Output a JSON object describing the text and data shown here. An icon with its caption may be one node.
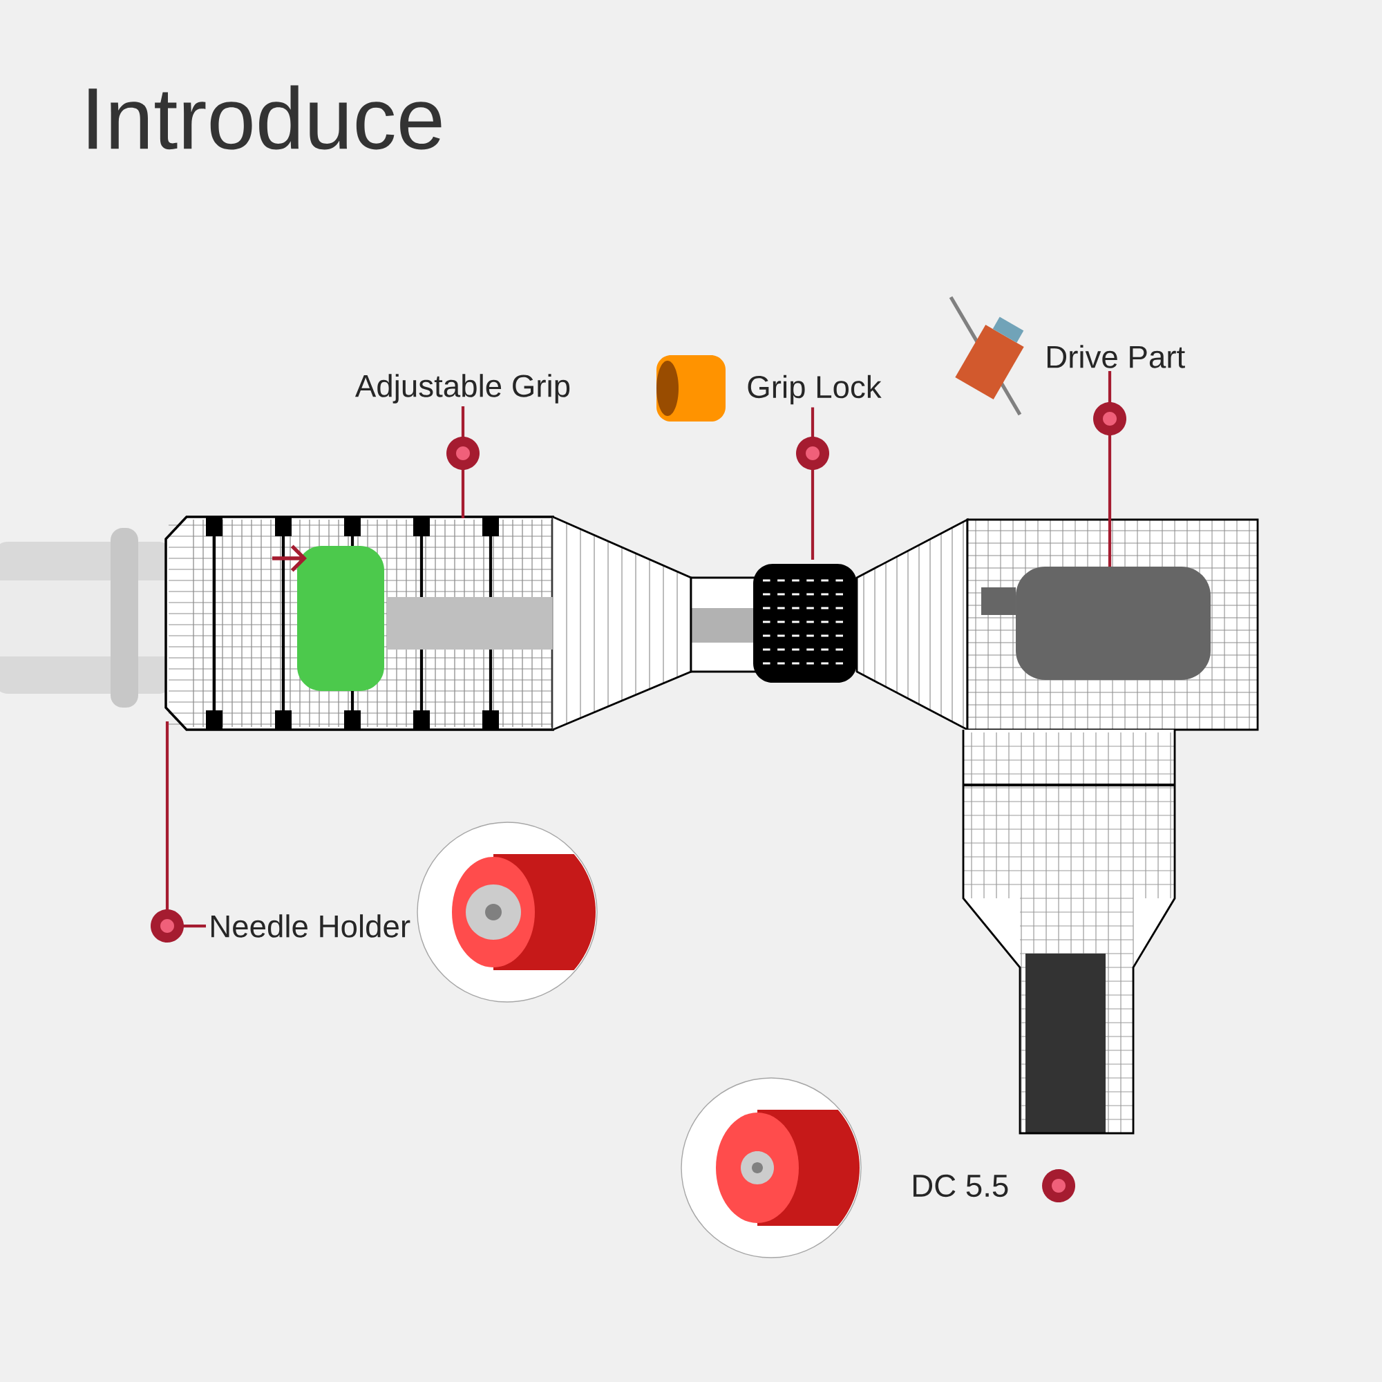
{
  "diagram": {
    "title": "Introduce",
    "nodes": [
      {
        "text": [
          "Adjustable Grip"
        ]
      },
      {
        "text": [
          "Grip Lock"
        ]
      },
      {
        "text": [
          "Drive Part"
        ]
      },
      {
        "text": [
          "Needle Holder"
        ]
      }
    ],
    "edges": [
      {
        "from": 0,
        "to": null,
        "arrow": "none"
      },
      {
        "from": 1,
        "to": null,
        "arrow": "none"
      },
      {
        "from": 2,
        "to": null,
        "arrow": "none"
      },
      {
        "from": 3,
        "to": null,
        "arrow": "none"
      }
    ],
    "labels": [
      "DC 5.5"
    ]
  }
}
